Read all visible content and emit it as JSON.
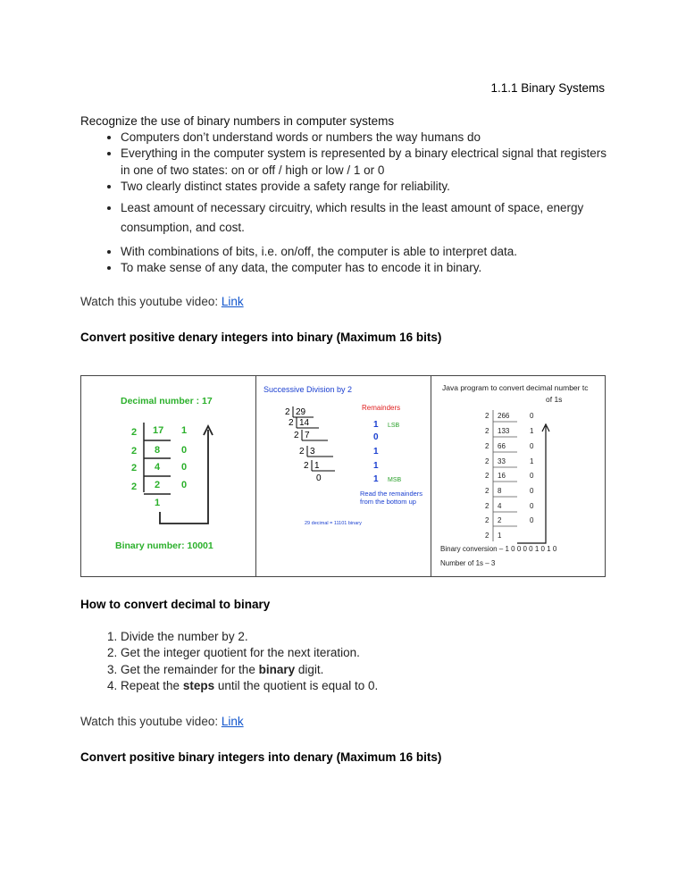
{
  "header": {
    "section_title": "1.1.1 Binary Systems"
  },
  "intro": {
    "subhead": "Recognize the use of binary numbers in computer systems",
    "bullets": [
      "Computers don’t understand words or numbers the way humans do",
      "Everything in the computer system is represented by a binary electrical signal that registers in one of two states: on or off / high or low / 1 or 0",
      "Two clearly distinct states provide a safety range for reliability.",
      "Least amount of necessary circuitry, which results in the least amount of space, energy consumption, and cost.",
      "With combinations of bits, i.e. on/off, the computer is able to interpret data.",
      "To make sense of any data, the computer has to encode it in binary."
    ]
  },
  "video1": {
    "text": "Watch this youtube video: ",
    "link": "Link"
  },
  "heading1": "Convert positive denary integers into binary (Maximum 16 bits)",
  "figure": {
    "panel1": {
      "title": "Decimal number : 17",
      "divisors": [
        "2",
        "2",
        "2",
        "2"
      ],
      "quotients": [
        "17",
        "8",
        "4",
        "2",
        "1"
      ],
      "remainders": [
        "1",
        "0",
        "0",
        "0"
      ],
      "result": "Binary number: 10001",
      "colors": {
        "green": "#2bb02b",
        "line": "#222222"
      }
    },
    "panel2": {
      "title": "Successive Division by 2",
      "divisions": [
        "2",
        "29",
        "2",
        "14",
        "2",
        "7",
        "2",
        "3",
        "2",
        "1",
        "0"
      ],
      "remainders_label": "Remainders",
      "remainders": [
        "1",
        "0",
        "1",
        "1",
        "1"
      ],
      "lsb": "LSB",
      "msb": "MSB",
      "note_line1": "Read the remainders",
      "note_line2": "from the bottom up",
      "footer": "29 decimal = 11101 binary",
      "colors": {
        "blue": "#1a3fd0",
        "red": "#e02020",
        "green": "#2aa02a"
      }
    },
    "panel3": {
      "title_line1": "Java program to convert decimal number tc",
      "title_line2": "of 1s",
      "divisor": "2",
      "quotients": [
        "266",
        "133",
        "66",
        "33",
        "16",
        "8",
        "4",
        "2",
        "1"
      ],
      "remainders": [
        "0",
        "1",
        "0",
        "1",
        "0",
        "0",
        "0",
        "0"
      ],
      "conversion": "Binary conversion – 1 0 0 0 0 1 0 1 0",
      "ones": "Number of 1s – 3"
    }
  },
  "heading2": "How to convert decimal to binary",
  "steps": [
    {
      "pre": "Divide the number by 2.",
      "bold": "",
      "post": ""
    },
    {
      "pre": "Get the integer quotient for the next iteration.",
      "bold": "",
      "post": ""
    },
    {
      "pre": "Get the remainder for the ",
      "bold": "binary",
      "post": " digit."
    },
    {
      "pre": "Repeat the ",
      "bold": "steps",
      "post": " until the quotient is equal to 0."
    }
  ],
  "video2": {
    "text": "Watch this youtube video: ",
    "link": "Link"
  },
  "heading3": "Convert positive binary integers into denary (Maximum 16 bits)"
}
